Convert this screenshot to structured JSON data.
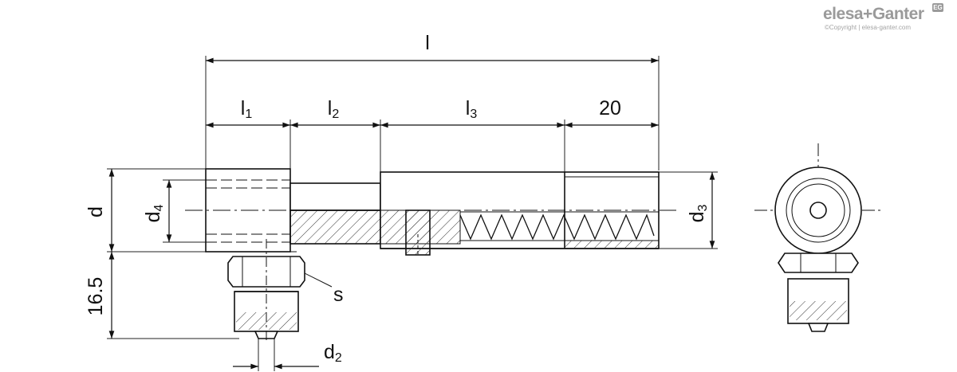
{
  "brand": {
    "name": "elesa+Ganter",
    "copyright": "©Copyright | elesa-ganter.com",
    "badge": "EG"
  },
  "dimensions": {
    "l": "l",
    "l1": "l",
    "l1_sub": "1",
    "l2": "l",
    "l2_sub": "2",
    "l3": "l",
    "l3_sub": "3",
    "twenty": "20",
    "d": "d",
    "d4": "d",
    "d4_sub": "4",
    "d3": "d",
    "d3_sub": "3",
    "h165": "16.5",
    "s": "s",
    "d2": "d",
    "d2_sub": "2"
  }
}
